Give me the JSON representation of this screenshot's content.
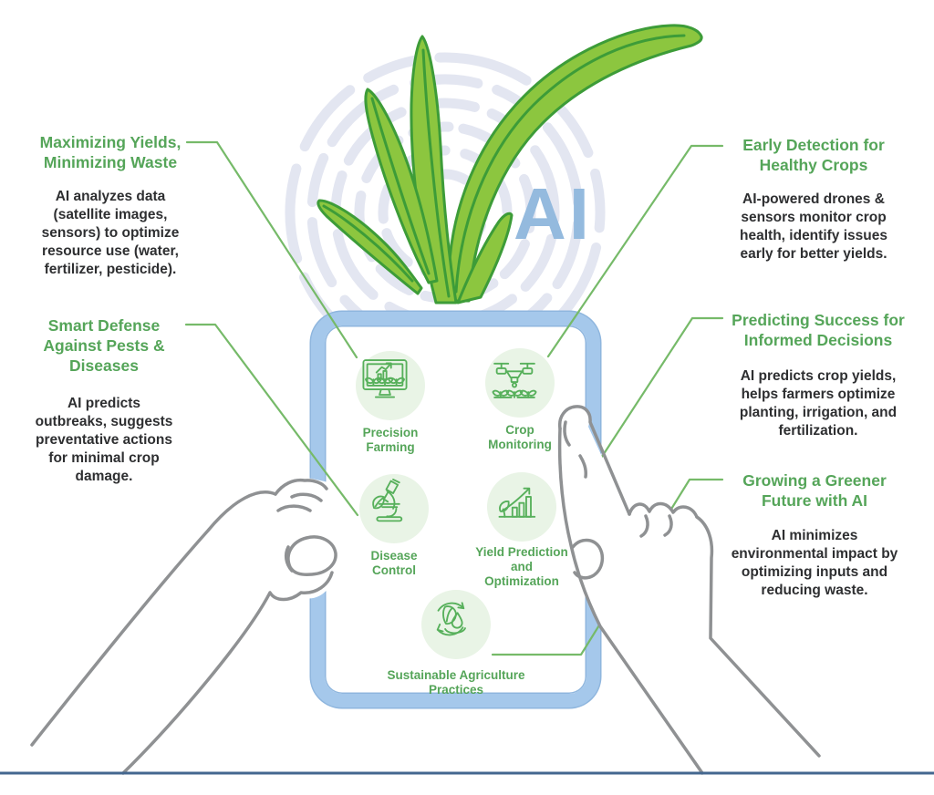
{
  "watermark": "AI",
  "callouts": [
    {
      "id": "maximizing-yields",
      "heading": "Maximizing Yields,\nMinimizing Waste",
      "body": "AI analyzes data (satellite images, sensors) to optimize resource use (water, fertilizer, pesticide)."
    },
    {
      "id": "smart-defense",
      "heading": "Smart Defense\nAgainst Pests &\nDiseases",
      "body": "AI predicts outbreaks, suggests preventative actions for minimal crop damage."
    },
    {
      "id": "early-detection",
      "heading": "Early Detection for\nHealthy Crops",
      "body": "AI-powered drones & sensors monitor crop health, identify issues early for better yields."
    },
    {
      "id": "predicting-success",
      "heading": "Predicting Success for\nInformed Decisions",
      "body": "AI predicts crop yields, helps farmers optimize planting, irrigation, and fertilization."
    },
    {
      "id": "growing-greener",
      "heading": "Growing a Greener\nFuture with AI",
      "body": "AI minimizes environmental impact by optimizing inputs and reducing waste."
    }
  ],
  "tablet": {
    "items": [
      {
        "label": "Precision\nFarming",
        "icon": "monitor-chart-icon"
      },
      {
        "label": "Crop\nMonitoring",
        "icon": "drone-icon"
      },
      {
        "label": "Disease\nControl",
        "icon": "microscope-leaf-icon"
      },
      {
        "label": "Yield Prediction\nand\nOptimization",
        "icon": "growth-chart-icon"
      },
      {
        "label": "Sustainable Agriculture\nPractices",
        "icon": "recycle-water-leaf-icon"
      }
    ]
  },
  "colors": {
    "heading_green": "#55a559",
    "icon_green": "#57b05b",
    "icon_bg_green": "#e9f4e6",
    "connector_green": "#76ba69",
    "body_text": "#2e2f31",
    "tablet_border_blue": "#a5c8eb",
    "ai_watermark_blue": "#94bade",
    "circuit_circle_gray": "#e3e6f1",
    "hand_gray": "#8f9193",
    "baseline_blue": "#44678f",
    "plant_fill": "#8cc63f",
    "plant_stroke": "#3d9c38"
  }
}
